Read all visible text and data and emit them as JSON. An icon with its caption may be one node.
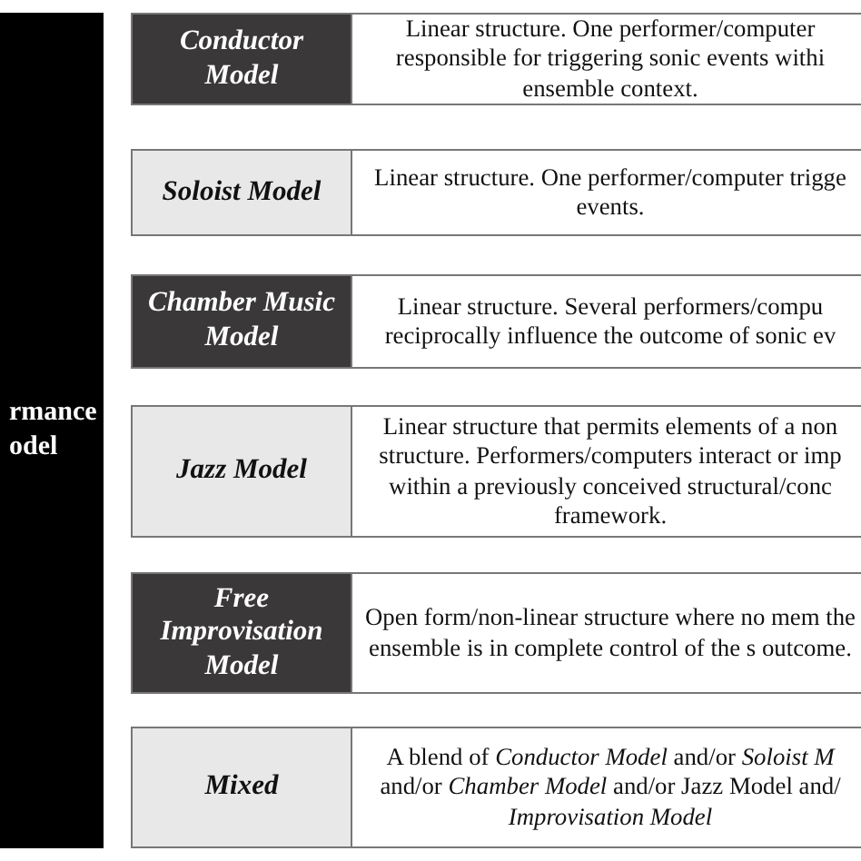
{
  "diagram": {
    "nodes": [
      {
        "text": [
          "rmance odel"
        ]
      },
      {
        "text": [
          "Conductor Model",
          "Linear structure. One performer/computer responsible for triggering sonic events withi ensemble context."
        ]
      },
      {
        "text": [
          "Soloist Model",
          "Linear structure. One performer/computer trigge events."
        ]
      },
      {
        "text": [
          "Chamber Music Model",
          "Linear structure. Several performers/compu reciprocally influence the outcome of sonic ev"
        ]
      },
      {
        "text": [
          "Jazz Model",
          "Linear structure that permits elements of a non structure. Performers/computers interact or imp within a previously conceived structural/conc framework."
        ]
      },
      {
        "text": [
          "Free Improvisation Model",
          "Open form/non-linear structure where no mem the ensemble is in complete control of the s outcome."
        ]
      },
      {
        "text": [
          "Mixed",
          "A blend of *Conductor Model* and/or *Soloist M* and/or *Chamber Model* and/or Jazz Model and/ *Improvisation Model*"
        ]
      }
    ]
  }
}
